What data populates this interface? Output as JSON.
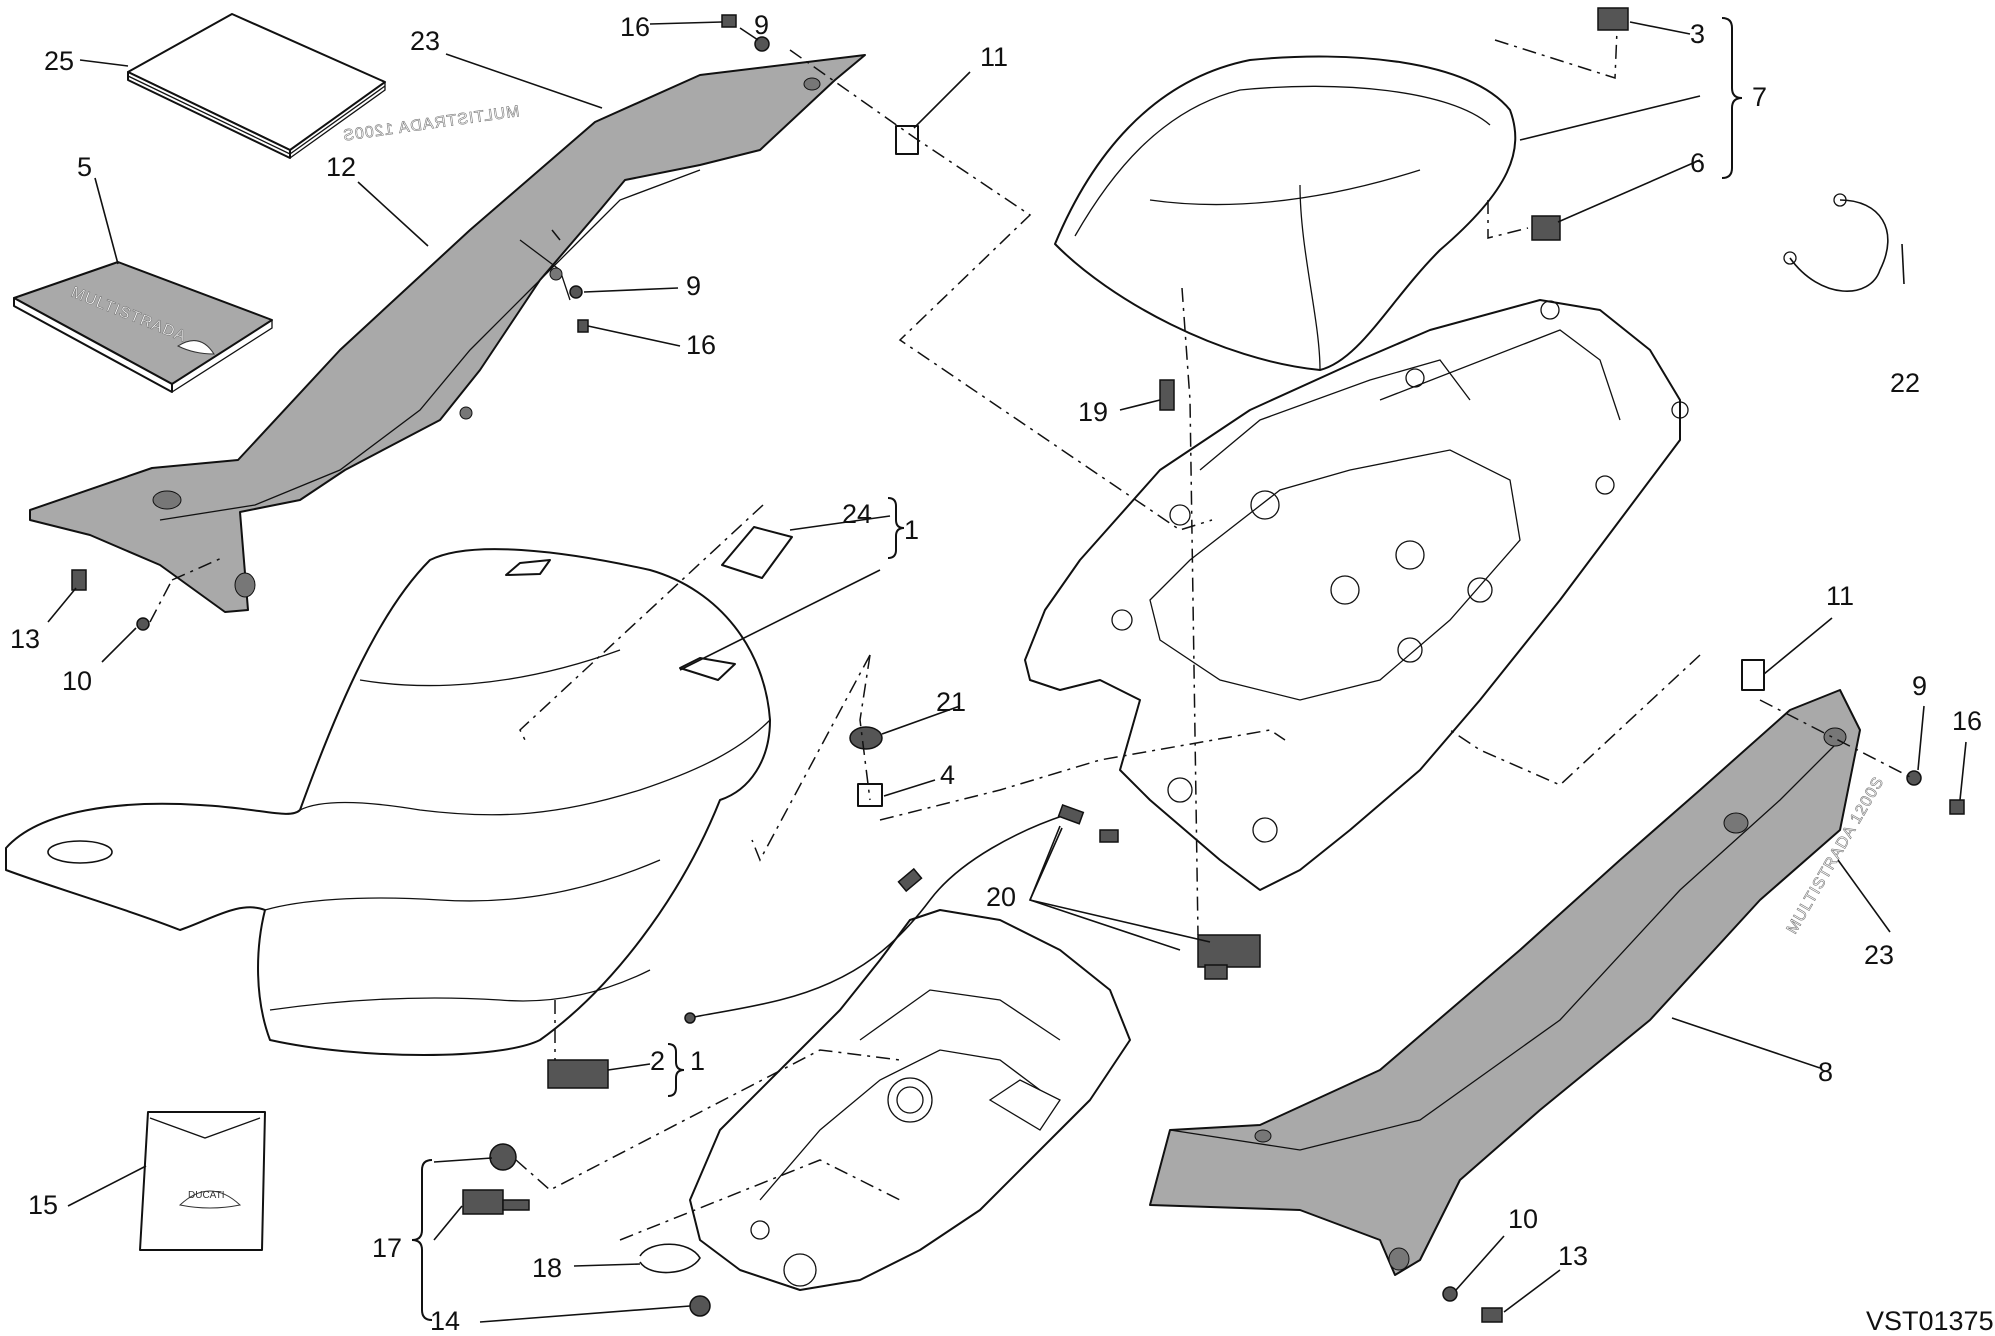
{
  "labels": {
    "l1a": "1",
    "l1b": "1",
    "l2": "2",
    "l3": "3",
    "l4": "4",
    "l5": "5",
    "l6": "6",
    "l7": "7",
    "l8": "8",
    "l9a": "9",
    "l9b": "9",
    "l9c": "9",
    "l10a": "10",
    "l10b": "10",
    "l11a": "11",
    "l11b": "11",
    "l12": "12",
    "l13a": "13",
    "l13b": "13",
    "l14": "14",
    "l15": "15",
    "l16a": "16",
    "l16b": "16",
    "l16c": "16",
    "l17": "17",
    "l18": "18",
    "l19": "19",
    "l20": "20",
    "l21": "21",
    "l22": "22",
    "l23a": "23",
    "l23b": "23",
    "l24": "24",
    "l25": "25"
  },
  "code": "VST01375",
  "decals": {
    "left_panel": "MULTISTRADA 1200S",
    "right_panel": "MULTISTRADA 1200S",
    "manual": "MULTISTRADA",
    "bag": "DUCATI"
  },
  "colors": {
    "panel": "#a9a9a9",
    "line": "#111111"
  }
}
